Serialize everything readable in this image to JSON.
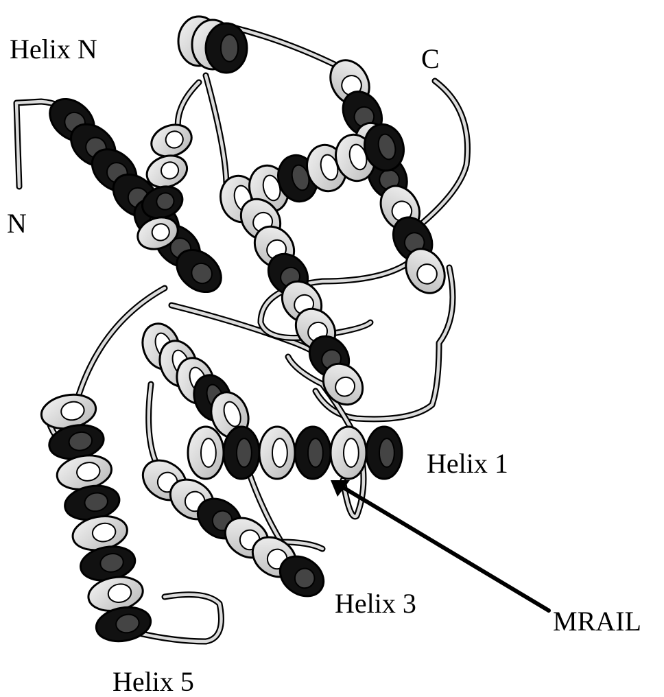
{
  "figure": {
    "background": "#ffffff",
    "ink": "#000000",
    "ribbon_light": "#e8e8e8",
    "ribbon_dark": "#111111",
    "loop_fill": "#dcdcdc",
    "labels": {
      "helix_n": "Helix N",
      "c_terminus": "C",
      "n_terminus": "N",
      "helix_1": "Helix 1",
      "helix_3": "Helix 3",
      "motif": "MRAIL",
      "helix_5": "Helix 5"
    }
  }
}
